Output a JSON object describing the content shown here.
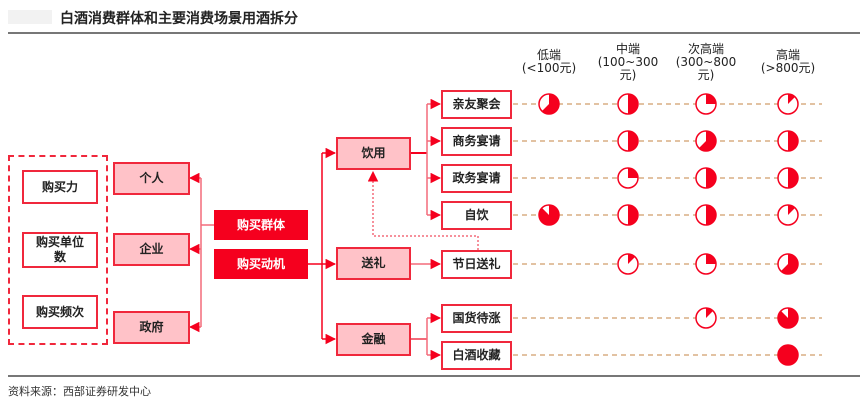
{
  "header": {
    "title": "白酒消费群体和主要消费场景用酒拆分"
  },
  "footer": {
    "source": "资料来源：西部证券研发中心"
  },
  "purchase_factors": [
    {
      "label": "购买力"
    },
    {
      "label": "购买单位数"
    },
    {
      "label": "购买频次"
    }
  ],
  "buyer_groups": [
    {
      "label": "个人"
    },
    {
      "label": "企业"
    },
    {
      "label": "政府"
    }
  ],
  "center_nodes": {
    "group": "购买群体",
    "motive": "购买动机"
  },
  "motives": [
    {
      "label": "饮用"
    },
    {
      "label": "送礼"
    },
    {
      "label": "金融"
    }
  ],
  "scenarios": [
    {
      "label": "亲友聚会",
      "parent": "饮用"
    },
    {
      "label": "商务宴请",
      "parent": "饮用"
    },
    {
      "label": "政务宴请",
      "parent": "饮用"
    },
    {
      "label": "自饮",
      "parent": "饮用"
    },
    {
      "label": "节日送礼",
      "parent": "送礼"
    },
    {
      "label": "国货待涨",
      "parent": "金融"
    },
    {
      "label": "白酒收藏",
      "parent": "金融"
    }
  ],
  "price_tiers": [
    {
      "line1": "低端",
      "line2": "(<100元)",
      "line3": ""
    },
    {
      "line1": "中端",
      "line2": "(100~300",
      "line3": "元)"
    },
    {
      "line1": "次高端",
      "line2": "(300~800",
      "line3": "元)"
    },
    {
      "line1": "高端",
      "line2": "(>800元)",
      "line3": ""
    }
  ],
  "colors": {
    "accent": "#f5001e",
    "border": "#f0283c",
    "pink_fill": "#ffc2c8",
    "connector": "#f36b7a",
    "dash_line": "#d9ae84"
  },
  "chart_data": {
    "type": "table",
    "title": "白酒消费群体和主要消费场景用酒拆分",
    "encoding": "harvey-ball fill fraction (null = not applicable)",
    "columns": [
      "低端(<100元)",
      "中端(100~300元)",
      "次高端(300~800元)",
      "高端(>800元)"
    ],
    "rows": [
      {
        "scenario": "亲友聚会",
        "values": [
          0.625,
          0.5,
          0.25,
          0.125
        ]
      },
      {
        "scenario": "商务宴请",
        "values": [
          null,
          0.5,
          0.625,
          0.5
        ]
      },
      {
        "scenario": "政务宴请",
        "values": [
          null,
          0.25,
          0.5,
          0.5
        ]
      },
      {
        "scenario": "自饮",
        "values": [
          0.875,
          0.5,
          0.5,
          0.125
        ]
      },
      {
        "scenario": "节日送礼",
        "values": [
          null,
          0.125,
          0.25,
          0.625
        ]
      },
      {
        "scenario": "国货待涨",
        "values": [
          null,
          null,
          0.125,
          0.875
        ]
      },
      {
        "scenario": "白酒收藏",
        "values": [
          null,
          null,
          null,
          1.0
        ]
      }
    ]
  }
}
